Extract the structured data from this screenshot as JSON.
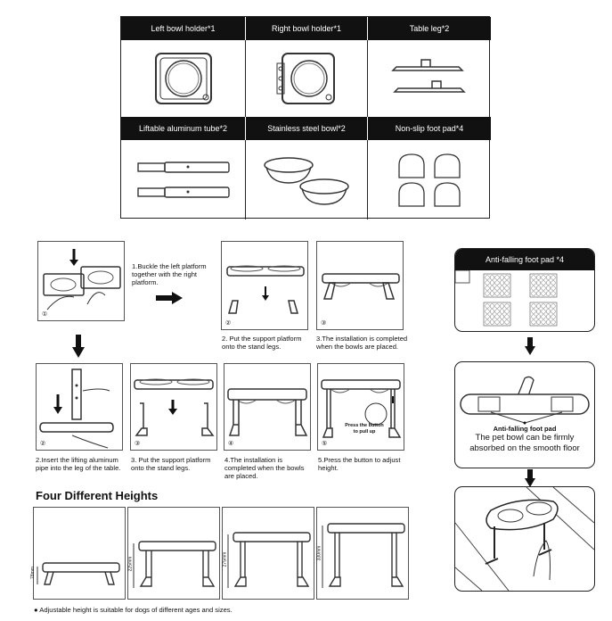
{
  "parts": [
    {
      "label": "Left bowl holder*1",
      "icon": "left-bowl-holder"
    },
    {
      "label": "Right bowl holder*1",
      "icon": "right-bowl-holder"
    },
    {
      "label": "Table leg*2",
      "icon": "table-leg"
    },
    {
      "label": "Liftable aluminum tube*2",
      "icon": "aluminum-tube"
    },
    {
      "label": "Stainless steel bowl*2",
      "icon": "steel-bowl"
    },
    {
      "label": "Non-slip foot pad*4",
      "icon": "foot-pad"
    }
  ],
  "steps_a": {
    "step1": {
      "num": "①",
      "text": "1.Buckle the left platform together with the right platform."
    },
    "step2": {
      "num": "②",
      "text": "2. Put the support platform onto the stand legs."
    },
    "step3": {
      "num": "③",
      "text": "3.The installation is completed when the bowls are placed."
    }
  },
  "steps_b": [
    {
      "num": "②",
      "text": "2.Insert the lifting aluminum pipe into the leg of the table."
    },
    {
      "num": "③",
      "text": "3. Put the support platform onto the stand legs."
    },
    {
      "num": "④",
      "text": "4.The installation is completed when the bowls are placed."
    },
    {
      "num": "⑤",
      "text": "5.Press the button to adjust height.",
      "callout": "Press the button to pull up"
    }
  ],
  "heights": {
    "title": "Four Different Heights",
    "items": [
      "78mm",
      "225mm",
      "275mm",
      "330mm"
    ],
    "note": "Adjustable height is suitable for dogs of different ages and sizes."
  },
  "footpad": {
    "title": "Anti-falling foot pad *4",
    "label": "Anti-falling foot pad",
    "desc_line1": "The pet bowl can be firmly",
    "desc_line2": "absorbed on the smooth floor"
  }
}
